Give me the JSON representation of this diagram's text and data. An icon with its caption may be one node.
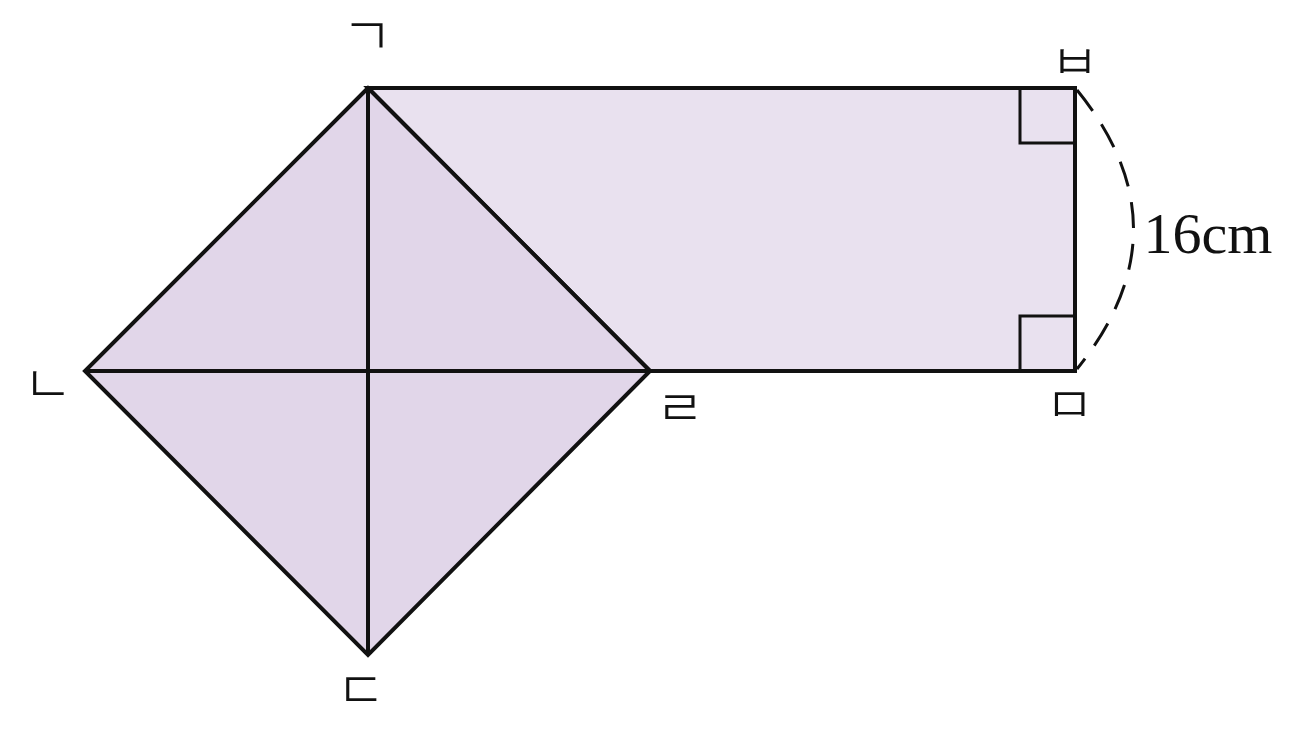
{
  "diagram": {
    "labels": [
      "ㄱ",
      "ㅂ",
      "16cm",
      "ㄴ",
      "ㄹ",
      "ㅁ",
      "ㄷ"
    ]
  }
}
